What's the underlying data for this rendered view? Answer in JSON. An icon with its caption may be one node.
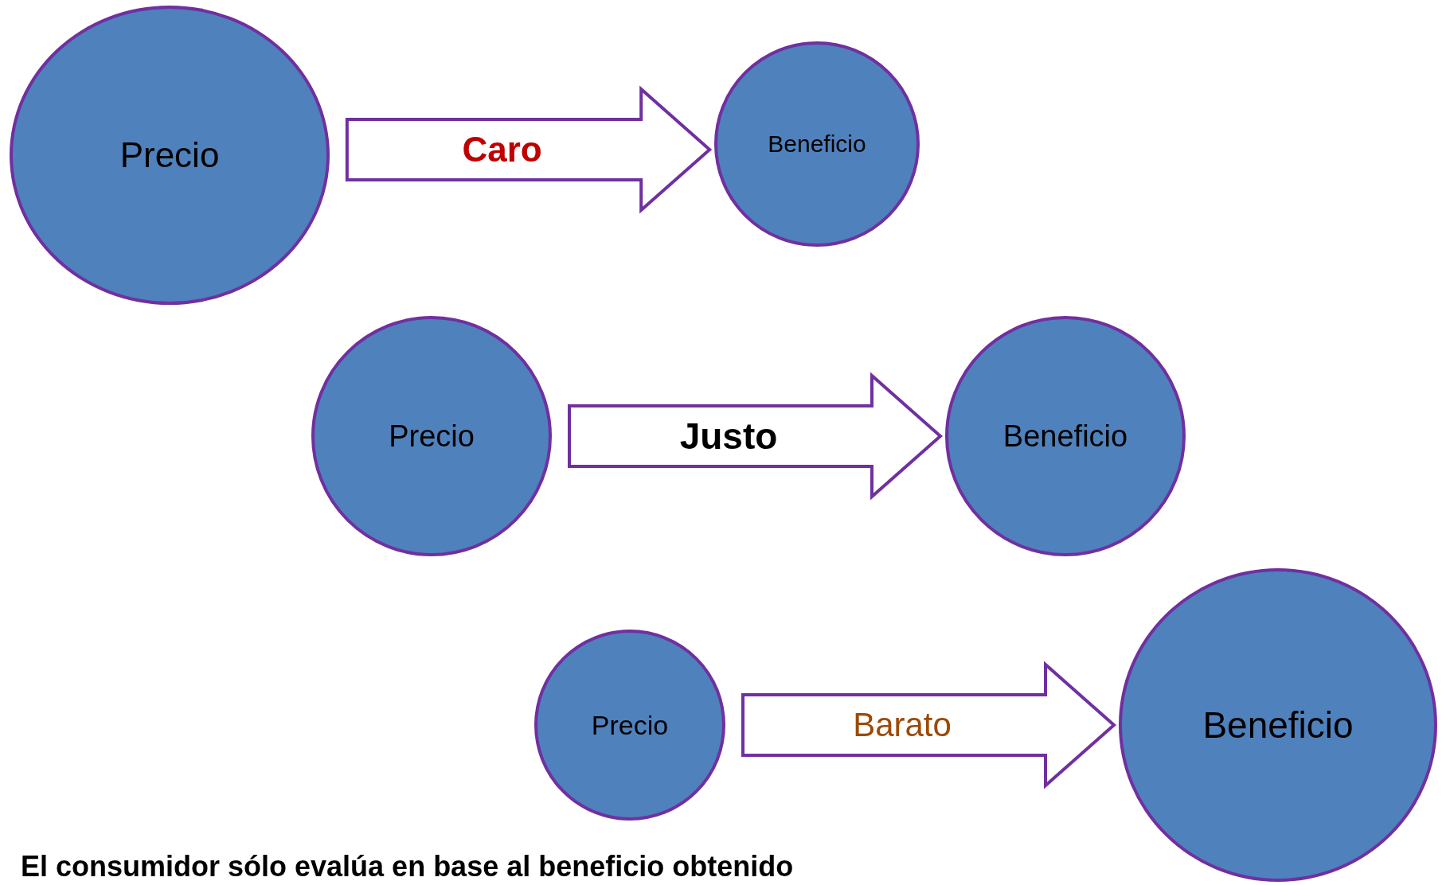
{
  "diagram": {
    "caption": "El consumidor sólo evalúa en base al beneficio obtenido",
    "nodes": [
      {
        "text": [
          "Precio"
        ]
      },
      {
        "text": [
          "Beneficio"
        ]
      },
      {
        "text": [
          "Precio"
        ]
      },
      {
        "text": [
          "Beneficio"
        ]
      },
      {
        "text": [
          "Precio"
        ]
      },
      {
        "text": [
          "Beneficio"
        ]
      }
    ],
    "edges": [
      {
        "from": 0,
        "to": 1,
        "arrow": "to",
        "label": "Caro"
      },
      {
        "from": 2,
        "to": 3,
        "arrow": "to",
        "label": "Justo"
      },
      {
        "from": 4,
        "to": 5,
        "arrow": "to",
        "label": "Barato"
      }
    ]
  }
}
